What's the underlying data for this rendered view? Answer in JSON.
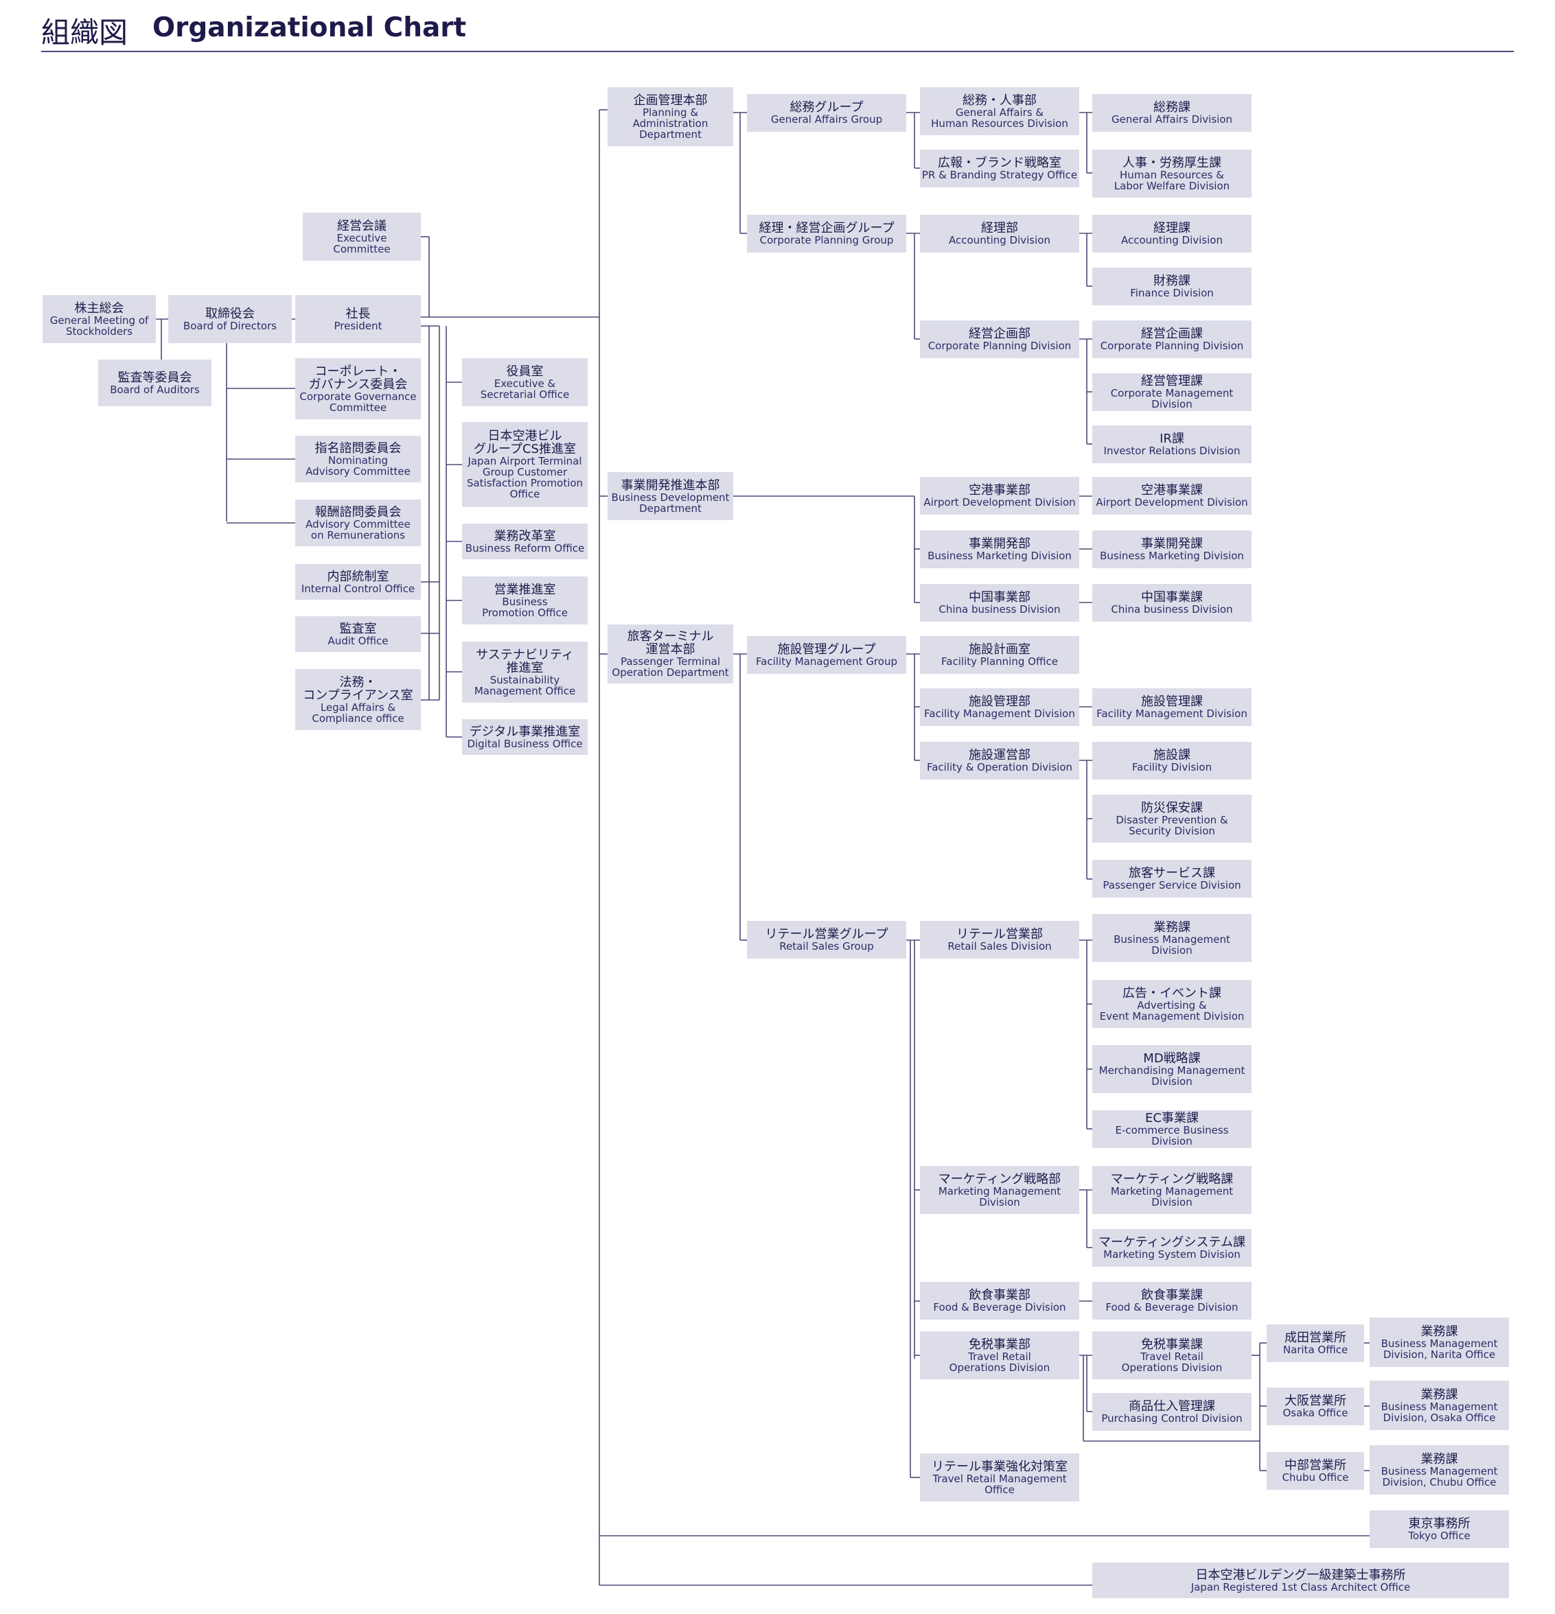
{
  "header": {
    "title_jp": "組織図",
    "title_en": "Organizational Chart"
  },
  "colors": {
    "box_fill": "#dcdde9",
    "line": "#4c4a78",
    "text": "#1e1b4b"
  },
  "org": {
    "general_meeting": {
      "jp": "株主総会",
      "en": "General Meeting of\nStockholders"
    },
    "board_of_directors": {
      "jp": "取締役会",
      "en": "Board of Directors"
    },
    "board_of_auditors": {
      "jp": "監査等委員会",
      "en": "Board of Auditors"
    },
    "executive_committee": {
      "jp": "経営会議",
      "en": "Executive\nCommittee"
    },
    "president": {
      "jp": "社長",
      "en": "President"
    },
    "corp_governance": {
      "jp": "コーポレート・\nガバナンス委員会",
      "en": "Corporate Governance\nCommittee"
    },
    "nominating": {
      "jp": "指名諮問委員会",
      "en": "Nominating\nAdvisory Committee"
    },
    "remuneration": {
      "jp": "報酬諮問委員会",
      "en": "Advisory Committee\non Remunerations"
    },
    "internal_control": {
      "jp": "内部統制室",
      "en": "Internal Control Office"
    },
    "audit_office": {
      "jp": "監査室",
      "en": "Audit Office"
    },
    "legal_affairs": {
      "jp": "法務・\nコンプライアンス室",
      "en": "Legal Affairs &\nCompliance office"
    },
    "executive_secretarial": {
      "jp": "役員室",
      "en": "Executive &\nSecretarial Office"
    },
    "cs_promotion": {
      "jp": "日本空港ビル\nグループCS推進室",
      "en": "Japan Airport Terminal\nGroup Customer\nSatisfaction Promotion\nOffice"
    },
    "business_reform": {
      "jp": "業務改革室",
      "en": "Business Reform Office"
    },
    "business_promotion": {
      "jp": "営業推進室",
      "en": "Business\nPromotion Office"
    },
    "sustainability": {
      "jp": "サステナビリティ\n推進室",
      "en": "Sustainability\nManagement Office"
    },
    "digital_business": {
      "jp": "デジタル事業推進室",
      "en": "Digital Business Office"
    },
    "planning_admin_dept": {
      "jp": "企画管理本部",
      "en": "Planning &\nAdministration\nDepartment"
    },
    "business_dev_dept": {
      "jp": "事業開発推進本部",
      "en": "Business Development\nDepartment"
    },
    "passenger_terminal_dept": {
      "jp": "旅客ターミナル\n運営本部",
      "en": "Passenger Terminal\nOperation Department"
    },
    "general_affairs_group": {
      "jp": "総務グループ",
      "en": "General Affairs Group"
    },
    "corp_planning_group": {
      "jp": "経理・経営企画グループ",
      "en": "Corporate Planning Group"
    },
    "facility_mgmt_group": {
      "jp": "施設管理グループ",
      "en": "Facility Management Group"
    },
    "retail_sales_group": {
      "jp": "リテール営業グループ",
      "en": "Retail Sales Group"
    },
    "ga_hr_division": {
      "jp": "総務・人事部",
      "en": "General Affairs &\nHuman Resources Division"
    },
    "pr_branding": {
      "jp": "広報・ブランド戦略室",
      "en": "PR & Branding Strategy Office"
    },
    "accounting_dept": {
      "jp": "経理部",
      "en": "Accounting Division"
    },
    "corp_planning_dept": {
      "jp": "経営企画部",
      "en": "Corporate Planning Division"
    },
    "airport_dev_dept": {
      "jp": "空港事業部",
      "en": "Airport Development Division"
    },
    "business_marketing_dept": {
      "jp": "事業開発部",
      "en": "Business Marketing Division"
    },
    "china_business_dept": {
      "jp": "中国事業部",
      "en": "China business Division"
    },
    "facility_planning": {
      "jp": "施設計画室",
      "en": "Facility Planning Office"
    },
    "facility_mgmt_dept": {
      "jp": "施設管理部",
      "en": "Facility Management Division"
    },
    "facility_operation_dept": {
      "jp": "施設運営部",
      "en": "Facility & Operation Division"
    },
    "retail_sales_dept": {
      "jp": "リテール営業部",
      "en": "Retail Sales Division"
    },
    "marketing_strategy_dept": {
      "jp": "マーケティング戦略部",
      "en": "Marketing Management\nDivision"
    },
    "food_beverage_dept": {
      "jp": "飲食事業部",
      "en": "Food & Beverage Division"
    },
    "duty_free_dept": {
      "jp": "免税事業部",
      "en": "Travel Retail\nOperations Division"
    },
    "retail_strengthening": {
      "jp": "リテール事業強化対策室",
      "en": "Travel Retail Management\nOffice"
    },
    "ga_section": {
      "jp": "総務課",
      "en": "General Affairs Division"
    },
    "hr_section": {
      "jp": "人事・労務厚生課",
      "en": "Human Resources &\nLabor Welfare Division"
    },
    "accounting_section": {
      "jp": "経理課",
      "en": "Accounting Division"
    },
    "finance_section": {
      "jp": "財務課",
      "en": "Finance Division"
    },
    "corp_planning_section": {
      "jp": "経営企画課",
      "en": "Corporate Planning Division"
    },
    "corp_mgmt_section": {
      "jp": "経営管理課",
      "en": "Corporate Management Division"
    },
    "ir_section": {
      "jp": "IR課",
      "en": "Investor Relations Division"
    },
    "airport_section": {
      "jp": "空港事業課",
      "en": "Airport Development Division"
    },
    "business_dev_section": {
      "jp": "事業開発課",
      "en": "Business Marketing Division"
    },
    "china_section": {
      "jp": "中国事業課",
      "en": "China business Division"
    },
    "facility_mgmt_section": {
      "jp": "施設管理課",
      "en": "Facility Management Division"
    },
    "facility_section": {
      "jp": "施設課",
      "en": "Facility Division"
    },
    "disaster_section": {
      "jp": "防災保安課",
      "en": "Disaster Prevention &\nSecurity Division"
    },
    "passenger_service_section": {
      "jp": "旅客サービス課",
      "en": "Passenger Service Division"
    },
    "business_mgmt_section": {
      "jp": "業務課",
      "en": "Business Management\nDivision"
    },
    "advertising_section": {
      "jp": "広告・イベント課",
      "en": "Advertising &\nEvent Management Division"
    },
    "md_strategy_section": {
      "jp": "MD戦略課",
      "en": "Merchandising Management\nDivision"
    },
    "ec_section": {
      "jp": "EC事業課",
      "en": "E-commerce Business Division"
    },
    "marketing_strategy_section": {
      "jp": "マーケティング戦略課",
      "en": "Marketing Management\nDivision"
    },
    "marketing_system_section": {
      "jp": "マーケティングシステム課",
      "en": "Marketing System Division"
    },
    "food_beverage_section": {
      "jp": "飲食事業課",
      "en": "Food & Beverage Division"
    },
    "duty_free_section": {
      "jp": "免税事業課",
      "en": "Travel Retail\nOperations Division"
    },
    "purchasing_section": {
      "jp": "商品仕入管理課",
      "en": "Purchasing Control Division"
    },
    "narita_office": {
      "jp": "成田営業所",
      "en": "Narita Office"
    },
    "osaka_office": {
      "jp": "大阪営業所",
      "en": "Osaka Office"
    },
    "chubu_office": {
      "jp": "中部営業所",
      "en": "Chubu Office"
    },
    "narita_business": {
      "jp": "業務課",
      "en": "Business Management\nDivision, Narita Office"
    },
    "osaka_business": {
      "jp": "業務課",
      "en": "Business Management\nDivision, Osaka Office"
    },
    "chubu_business": {
      "jp": "業務課",
      "en": "Business Management\nDivision, Chubu Office"
    },
    "tokyo_office": {
      "jp": "東京事務所",
      "en": "Tokyo Office"
    },
    "architect_office": {
      "jp": "日本空港ビルデング一級建築士事務所",
      "en": "Japan Registered 1st Class Architect Office"
    }
  }
}
